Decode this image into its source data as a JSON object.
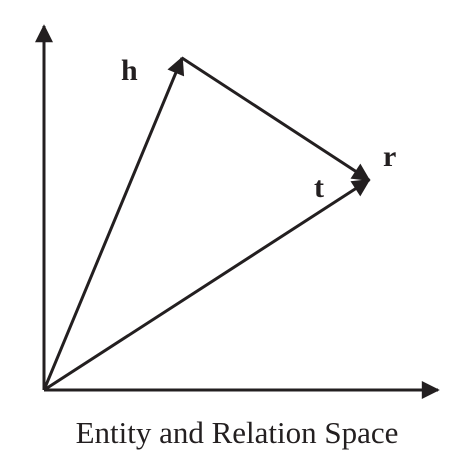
{
  "labels": {
    "h": "h",
    "t": "t",
    "r": "r"
  },
  "caption": "Entity and Relation Space",
  "colors": {
    "ink": "#231f20",
    "background": "#ffffff"
  }
}
